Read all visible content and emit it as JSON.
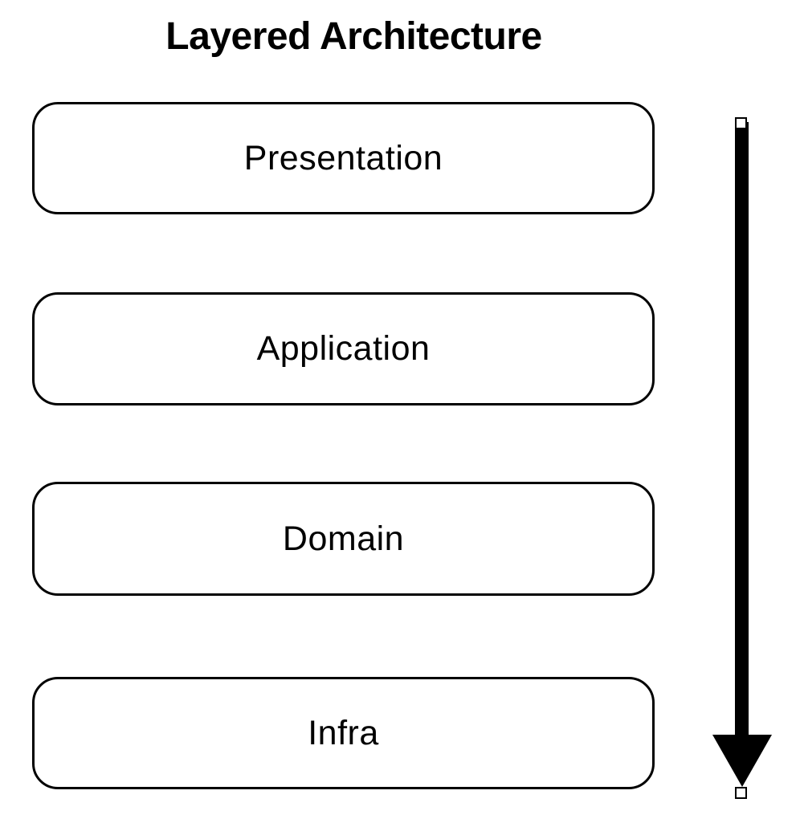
{
  "title": "Layered Architecture",
  "diagram": {
    "layers": [
      {
        "label": "Presentation"
      },
      {
        "label": "Application"
      },
      {
        "label": "Domain"
      },
      {
        "label": "Infra"
      }
    ],
    "arrow": {
      "direction": "down",
      "selected": true
    },
    "colors": {
      "stroke": "#000000",
      "shape_fill": "#ffffff",
      "text": "#000000",
      "background": "#ffffff"
    }
  }
}
